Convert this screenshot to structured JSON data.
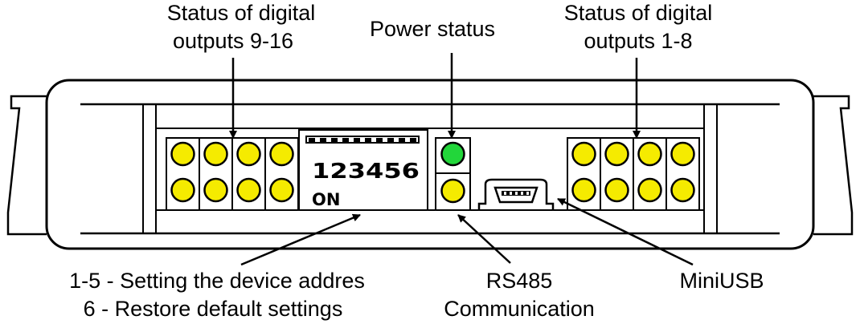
{
  "labels": {
    "outputs_9_16_line1": "Status of digital",
    "outputs_9_16_line2": "outputs 9-16",
    "power_status": "Power status",
    "outputs_1_8_line1": "Status of digital",
    "outputs_1_8_line2": "outputs 1-8",
    "address_line1": "1-5 - Setting the device addres",
    "address_line2": "6 - Restore default settings",
    "rs485_line1": "RS485",
    "rs485_line2": "Communication",
    "miniusb": "MiniUSB"
  },
  "dip_switch": {
    "numbers": "123456",
    "on_label": "ON"
  },
  "colors": {
    "led_output": "#f5eb00",
    "led_power": "#22d63a",
    "led_rs485": "#f5eb00",
    "outline": "#000000",
    "background": "#ffffff"
  }
}
